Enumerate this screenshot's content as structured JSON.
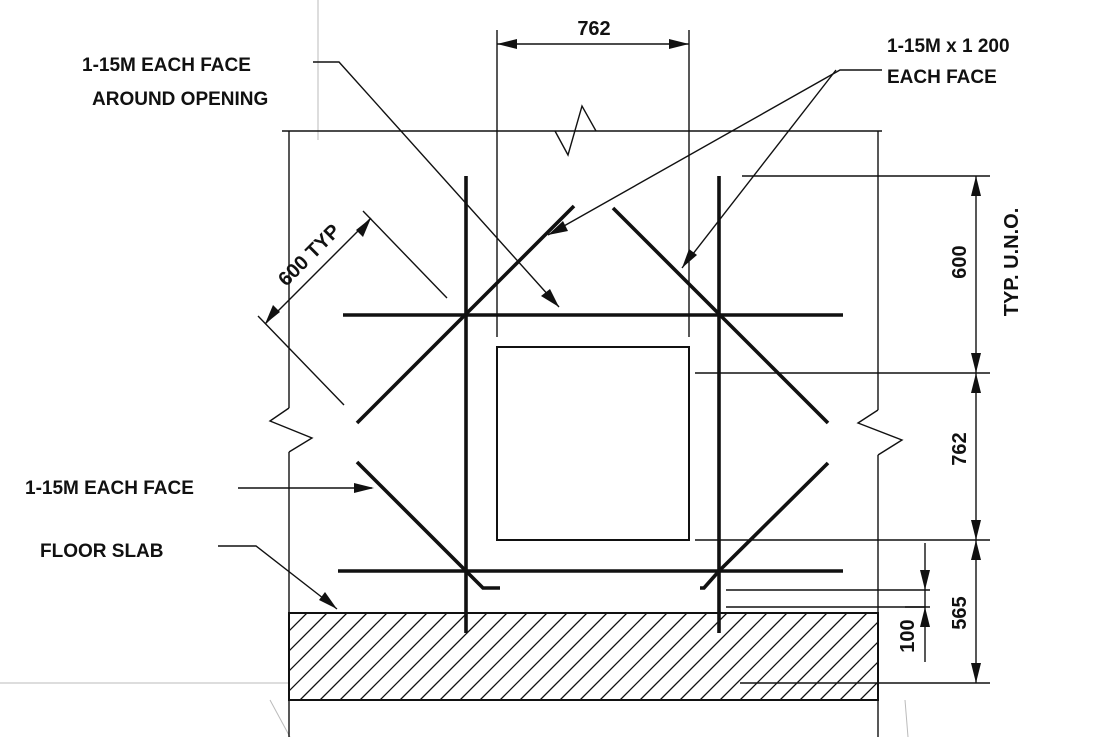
{
  "labels": {
    "each_face_around_opening_line1": "1-15M EACH FACE",
    "each_face_around_opening_line2": "AROUND OPENING",
    "diag_bars_line1": "1-15M x 1 200",
    "diag_bars_line2": "EACH FACE",
    "lower_diag_bars": "1-15M EACH FACE",
    "floor_slab": "FLOOR SLAB"
  },
  "dimensions": {
    "opening_width": "762",
    "diag_bar_offset": "600 TYP",
    "upper_bar_spacing": "600",
    "typ_uno": "TYP. U.N.O.",
    "opening_height": "762",
    "opening_to_slab": "565",
    "slab_cover": "100"
  }
}
